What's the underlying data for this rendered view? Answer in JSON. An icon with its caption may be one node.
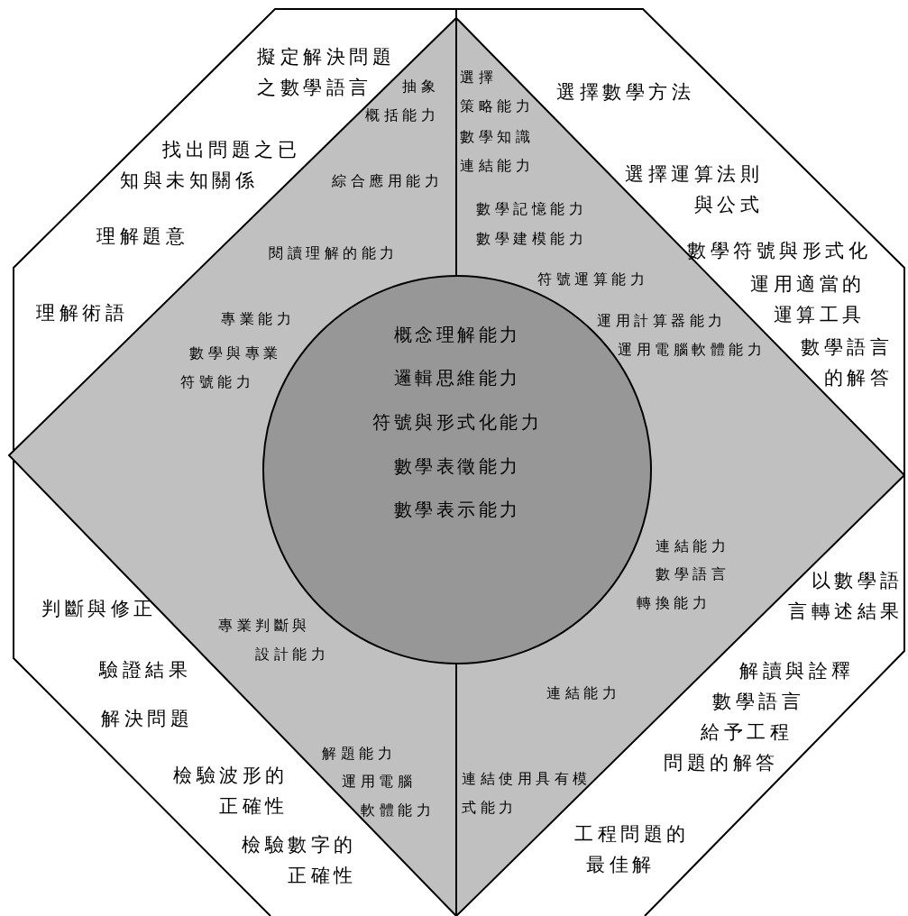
{
  "diagram": {
    "nodes": [
      {
        "text": [
          "擬定解決問題之數學語言",
          "找出問題之已知與未知關係",
          "理解題意",
          "理解術語",
          "選擇數學方法",
          "選擇運算法則與公式",
          "數學符號與形式化",
          "運用適當的運算工具",
          "數學語言的解答",
          "判斷與修正",
          "驗證結果",
          "解決問題",
          "檢驗波形的正確性",
          "檢驗數字的正確性",
          "以數學語言轉述結果",
          "解讀與詮釋數學語言給予工程問題的解答",
          "工程問題的最佳解"
        ]
      },
      {
        "text": [
          "抽象概括能力",
          "綜合應用能力",
          "閱讀理解的能力",
          "專業能力",
          "數學與專業符號能力",
          "選擇策略能力",
          "數學知識連結能力",
          "數學記憶能力",
          "數學建模能力",
          "符號運算能力",
          "運用計算器能力",
          "運用電腦軟體能力",
          "專業判斷與設計能力",
          "解題能力",
          "運用電腦軟體能力",
          "連結能力",
          "數學語言轉換能力",
          "連結能力",
          "連結使用具有模式能力"
        ],
        "in": 0
      },
      {
        "text": [
          "概念理解能力",
          "邏輯思維能力",
          "符號與形式化能力",
          "數學表徵能力",
          "數學表示能力"
        ],
        "in": 1
      }
    ]
  }
}
